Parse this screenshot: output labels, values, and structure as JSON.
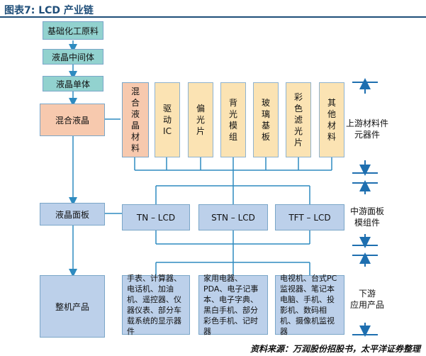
{
  "title": "图表7:   LCD 产业链",
  "source": "资料来源：万润股份招股书，太平洋证券整理",
  "chain": {
    "basic": "基础化工原料",
    "crystal": "液晶中间体",
    "monomer": "液晶单体",
    "mixed": "混合液晶",
    "panel": "液晶面板",
    "product": "整机产品"
  },
  "materials": [
    "混合液晶材料",
    "驱动IC",
    "偏光片",
    "背光模组",
    "玻璃基板",
    "彩色滤光片",
    "其他材料"
  ],
  "modules": [
    "TN – LCD",
    "STN – LCD",
    "TFT – LCD"
  ],
  "applications": [
    "手表、计算器、电话机、加油机、遥控器、仪器仪表、部分车载系统的显示器件",
    "家用电器、PDA、电子记事本、电子字典、黑白手机、部分彩色手机、记时器",
    "电视机、台式PC监视器、笔记本电脑、手机、投影机、数码相机、摄像机监视器"
  ],
  "side_labels": {
    "upstream": "上游材料件\n元器件",
    "midstream": "中游面板\n模组件",
    "downstream": "下游\n应用产品"
  },
  "colors": {
    "teal": "#92d2cf",
    "salmon": "#f7c9ae",
    "cream": "#fbe3b3",
    "blue": "#bcd0ea",
    "line": "#2e8bc0",
    "title": "#1f4e79"
  }
}
